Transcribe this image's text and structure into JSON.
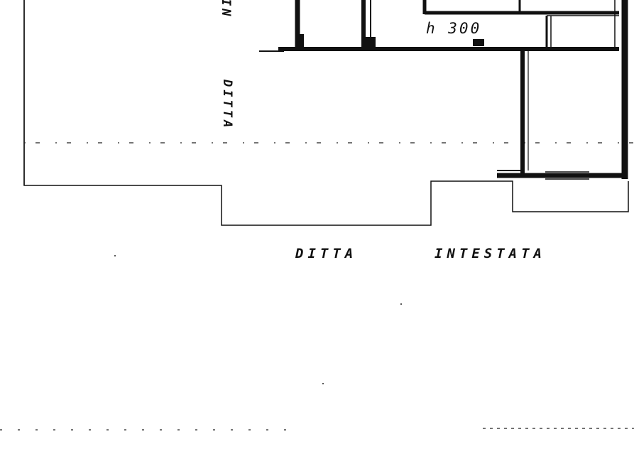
{
  "labels": {
    "bottom_left": "DITTA",
    "bottom_right": "INTESTATA",
    "height": "h 300",
    "side_left": "DITTA",
    "side_top": "IN"
  },
  "colors": {
    "ink": "#111111",
    "paper": "#ffffff"
  }
}
